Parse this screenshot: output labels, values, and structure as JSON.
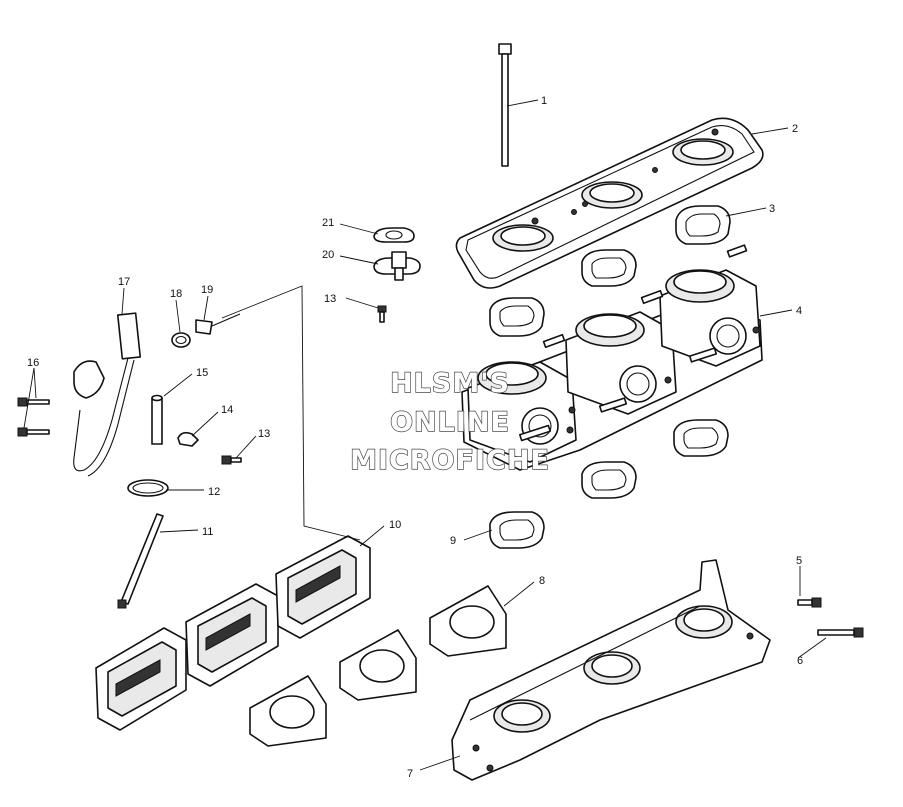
{
  "watermark": {
    "lines": [
      "HLSM'S",
      "ONLINE",
      "MICROFICHE"
    ]
  },
  "callouts": [
    {
      "id": "1",
      "label": "1"
    },
    {
      "id": "2",
      "label": "2"
    },
    {
      "id": "3",
      "label": "3"
    },
    {
      "id": "4",
      "label": "4"
    },
    {
      "id": "5",
      "label": "5"
    },
    {
      "id": "6",
      "label": "6"
    },
    {
      "id": "7",
      "label": "7"
    },
    {
      "id": "8",
      "label": "8"
    },
    {
      "id": "9",
      "label": "9"
    },
    {
      "id": "10",
      "label": "10"
    },
    {
      "id": "11",
      "label": "11"
    },
    {
      "id": "12",
      "label": "12"
    },
    {
      "id": "13a",
      "label": "13"
    },
    {
      "id": "13b",
      "label": "13"
    },
    {
      "id": "14",
      "label": "14"
    },
    {
      "id": "15",
      "label": "15"
    },
    {
      "id": "16",
      "label": "16"
    },
    {
      "id": "17",
      "label": "17"
    },
    {
      "id": "18",
      "label": "18"
    },
    {
      "id": "19",
      "label": "19"
    },
    {
      "id": "20",
      "label": "20"
    },
    {
      "id": "21",
      "label": "21"
    }
  ],
  "colors": {
    "line": "#111111",
    "background": "#ffffff",
    "watermark_outline": "#4a4a4a"
  }
}
